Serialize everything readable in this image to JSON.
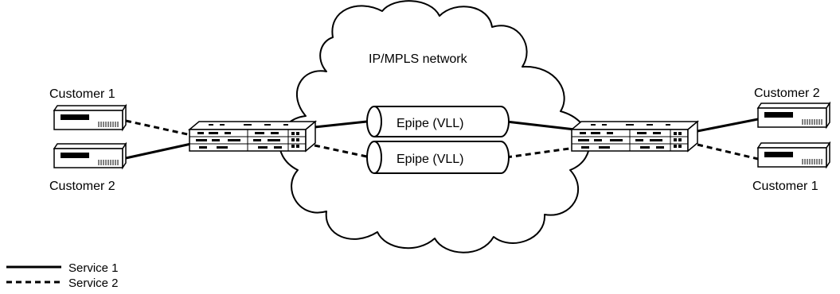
{
  "diagram": {
    "cloud_label": "IP/MPLS network",
    "tunnels": [
      {
        "label": "Epipe (VLL)"
      },
      {
        "label": "Epipe (VLL)"
      }
    ],
    "customers": {
      "left_top": "Customer 1",
      "left_bottom": "Customer 2",
      "right_top": "Customer 2",
      "right_bottom": "Customer 1"
    },
    "legend": [
      {
        "style": "solid",
        "label": "Service 1"
      },
      {
        "style": "dashed",
        "label": "Service 2"
      }
    ]
  }
}
